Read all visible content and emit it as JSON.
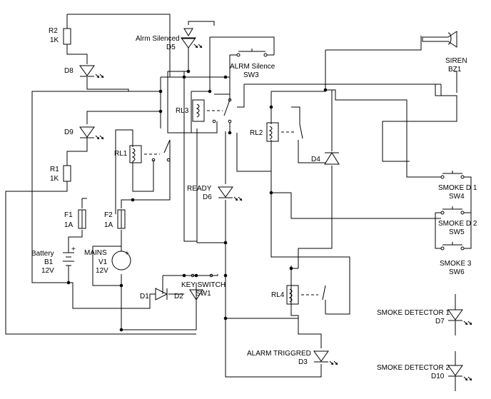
{
  "diagram": {
    "colors": {
      "ink": "#000000",
      "background": "#ffffff"
    },
    "components": {
      "r2": {
        "ref": "R2",
        "value": "1K"
      },
      "r1": {
        "ref": "R1",
        "value": "1K"
      },
      "d8": {
        "ref": "D8"
      },
      "d9": {
        "ref": "D9"
      },
      "d5": {
        "name": "Alrm Silenced",
        "ref": "D5"
      },
      "sw3": {
        "name": "ALRM Silence",
        "ref": "SW3"
      },
      "rl3": {
        "ref": "RL3"
      },
      "rl1": {
        "ref": "RL1"
      },
      "rl2": {
        "ref": "RL2"
      },
      "rl4": {
        "ref": "RL4"
      },
      "siren": {
        "name": "SIREN",
        "ref": "BZ1"
      },
      "d4": {
        "ref": "D4"
      },
      "d6": {
        "name": "READY",
        "ref": "D6"
      },
      "f1": {
        "ref": "F1",
        "value": "1A"
      },
      "f2": {
        "ref": "F2",
        "value": "1A"
      },
      "battery": {
        "name": "Battery",
        "ref": "B1",
        "value": "12V"
      },
      "mains": {
        "name": "MAINS",
        "ref": "V1",
        "value": "12V"
      },
      "d1": {
        "ref": "D1"
      },
      "d2": {
        "ref": "D2"
      },
      "keyswitch": {
        "name": "KEY SWITCH",
        "ref": "SW1"
      },
      "sw4": {
        "name": "SMOKE D 1",
        "ref": "SW4"
      },
      "sw5": {
        "name": "SMOKE D 2",
        "ref": "SW5"
      },
      "sw6": {
        "name": "SMOKE 3",
        "ref": "SW6"
      },
      "d3": {
        "name": "ALARM TRIGGRED",
        "ref": "D3"
      },
      "d7": {
        "name": "SMOKE DETECTOR 1",
        "ref": "D7"
      },
      "d10": {
        "name": "SMOKE DETECTOR 2",
        "ref": "D10"
      }
    }
  }
}
